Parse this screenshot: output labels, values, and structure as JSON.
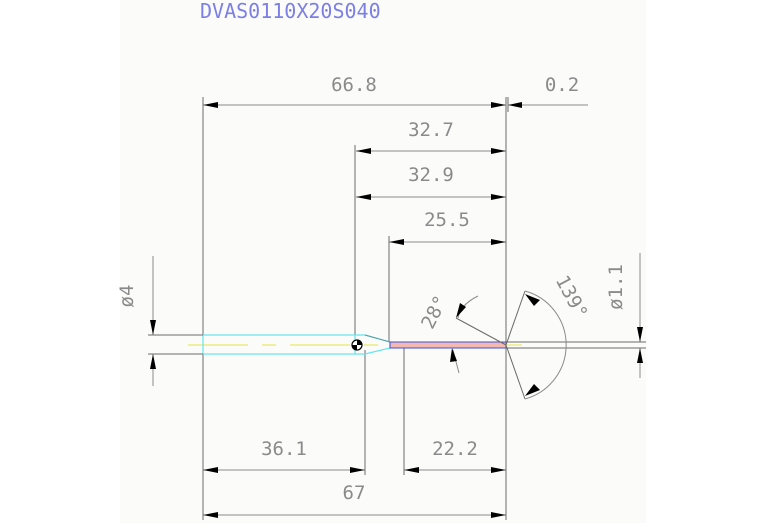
{
  "drawing": {
    "title": "DVAS0110X20S040",
    "title_color": "#7b7fe6",
    "background": "#fbfcfa",
    "part_outline_color": "#5fe8f0",
    "centerline_color": "#f0f0a0",
    "tip_edge_color": "#3c50d8",
    "tip_fill_color": "#f0a0a0"
  },
  "dimensions": {
    "overall_top": "66.8",
    "tip_offset": "0.2",
    "neck_to_tip_a": "32.7",
    "neck_to_tip_b": "32.9",
    "flute_length_top": "25.5",
    "shank_length": "36.1",
    "flute_length_bottom": "22.2",
    "overall_bottom": "67",
    "shank_diameter": "ø4",
    "tip_diameter": "ø1.1",
    "taper_angle": "28°",
    "point_angle": "139°"
  },
  "icons": {
    "center_mark": "center-of-gravity-symbol"
  }
}
